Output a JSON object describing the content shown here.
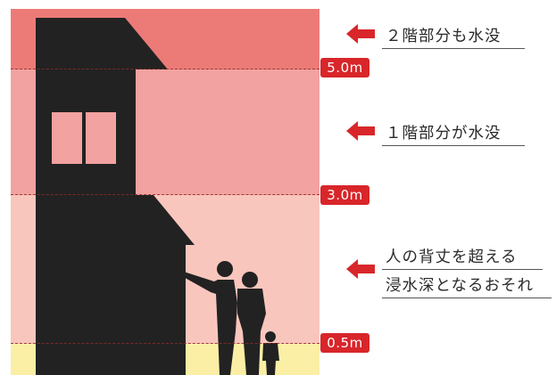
{
  "zones": [
    {
      "name": "above-5m",
      "color": "#ec7b78"
    },
    {
      "name": "3m-5m",
      "color": "#f2a2a0"
    },
    {
      "name": "0.5m-3m",
      "color": "#f9c6bd"
    },
    {
      "name": "below-0.5m",
      "color": "#fbefa6"
    }
  ],
  "levels": {
    "five": "5.0m",
    "three": "3.0m",
    "half": "0.5m"
  },
  "labels": {
    "second_floor": "２階部分も水没",
    "first_floor": "１階部分が水没",
    "over_head_line1": "人の背丈を超える",
    "over_head_line2": "浸水深となるおそれ"
  },
  "colors": {
    "accent": "#d8262a",
    "silhouette": "#222222",
    "window": "#f2a2a0"
  },
  "icons": [
    "left-arrow-icon",
    "house-silhouette",
    "family-silhouette"
  ]
}
